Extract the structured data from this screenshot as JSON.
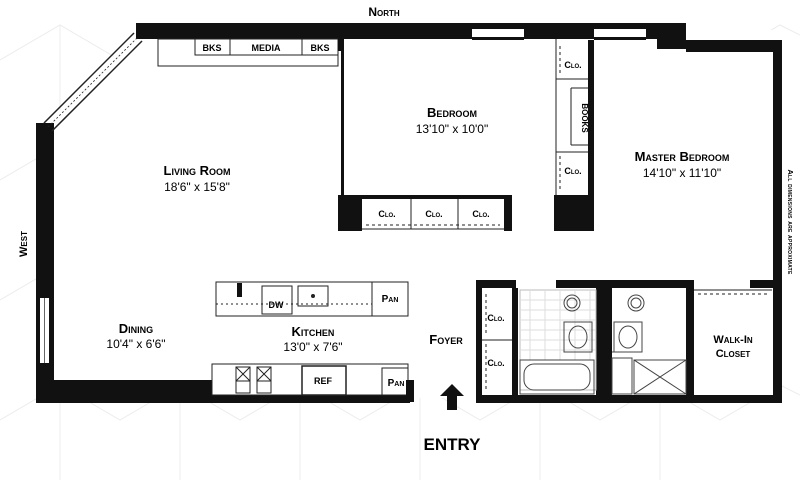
{
  "compass": {
    "north": "North",
    "west": "West"
  },
  "note": "All dimensions are approximate",
  "entry": "ENTRY",
  "rooms": {
    "living": {
      "name": "Living Room",
      "dim": "18'6\" x 15'8\""
    },
    "bedroom": {
      "name": "Bedroom",
      "dim": "13'10\" x 10'0\""
    },
    "master": {
      "name": "Master Bedroom",
      "dim": "14'10\" x 11'10\""
    },
    "dining": {
      "name": "Dining",
      "dim": "10'4\" x 6'6\""
    },
    "kitchen": {
      "name": "Kitchen",
      "dim": "13'0\" x 7'6\""
    },
    "foyer": {
      "name": "Foyer"
    },
    "walkin": {
      "name": "Walk-In",
      "name2": "Closet"
    }
  },
  "labels": {
    "bks": "BKS",
    "media": "MEDIA",
    "clo": "Clo.",
    "books": "BOOKS",
    "dw": "DW",
    "pan": "Pan",
    "ref": "REF"
  }
}
